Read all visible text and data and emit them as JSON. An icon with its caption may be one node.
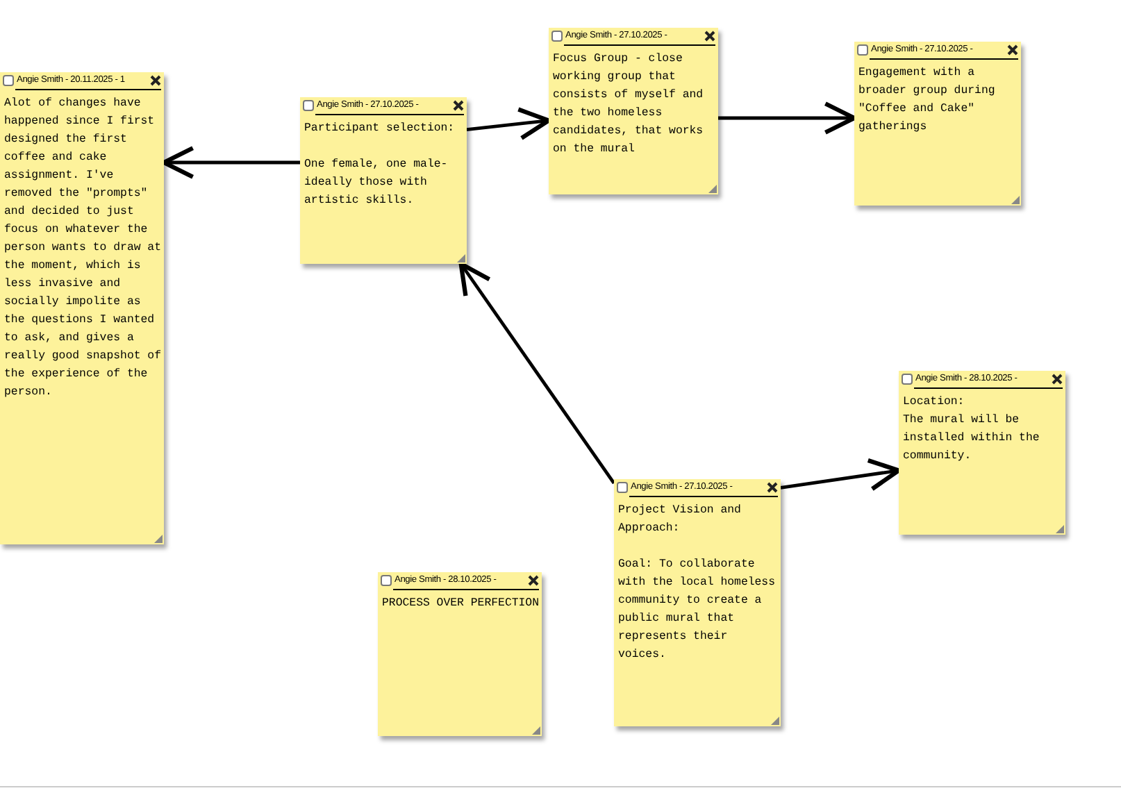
{
  "diagram": {
    "nodes": [
      {
        "text": [
          "Angie Smith - 20.11.2025 - 1",
          "Alot of changes have happened since I first designed the first coffee and cake assignment. I've removed the \"prompts\" and decided to just focus on whatever the person wants to draw at the moment, which is less invasive and socially impolite as the questions I wanted to ask, and gives a really good snapshot of the experience of the person."
        ]
      },
      {
        "text": [
          "Angie Smith - 27.10.2025 -",
          "Participant selection:",
          "One female, one male- ideally those with artistic skills."
        ]
      },
      {
        "text": [
          "Angie Smith - 27.10.2025 -",
          "Focus Group - close working group that consists of myself and the two homeless candidates, that works on the mural"
        ]
      },
      {
        "text": [
          "Angie Smith - 27.10.2025 -",
          "Engagement with a broader group during \"Coffee and Cake\" gatherings"
        ]
      },
      {
        "text": [
          "Angie Smith - 28.10.2025 -",
          "Location:",
          "The mural will be installed within the community."
        ]
      },
      {
        "text": [
          "Angie Smith - 27.10.2025 -",
          "Project Vision and Approach:",
          "Goal: To collaborate with the local homeless community to create a public mural that represents their voices."
        ]
      },
      {
        "text": [
          "Angie Smith - 28.10.2025 -",
          "PROCESS OVER PERFECTION"
        ]
      }
    ],
    "edges": [
      {
        "from": 1,
        "to": 0,
        "arrow": "to"
      },
      {
        "from": 1,
        "to": 2,
        "arrow": "to"
      },
      {
        "from": 2,
        "to": 3,
        "arrow": "to"
      },
      {
        "from": 5,
        "to": 1,
        "arrow": "to"
      },
      {
        "from": 5,
        "to": 4,
        "arrow": "to"
      }
    ]
  }
}
